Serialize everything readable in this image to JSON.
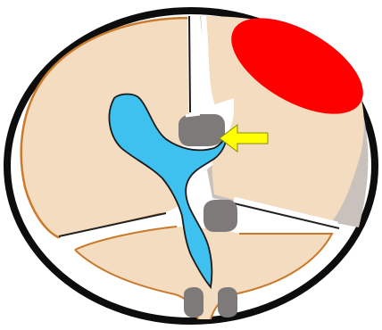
{
  "diagram": {
    "colors": {
      "background": "#ffffff",
      "outer_ring": "#0d0d0d",
      "tissue_fill": "#f3dcc0",
      "tissue_outline": "#c97a2c",
      "gray_region": "#c9c1bb",
      "fluid_cavity": "#3ec1ee",
      "nodule": "#7d7a79",
      "red_mass": "#ff0000",
      "arrow": "#ffff00"
    },
    "structures": [
      {
        "name": "outer-ring"
      },
      {
        "name": "left-lobe"
      },
      {
        "name": "right-gray-region"
      },
      {
        "name": "upper-right-tissue"
      },
      {
        "name": "lower-lobe"
      },
      {
        "name": "fluid-cavity"
      },
      {
        "name": "red-mass"
      },
      {
        "name": "upper-nodule"
      },
      {
        "name": "middle-nodule"
      },
      {
        "name": "bottom-nodule-left"
      },
      {
        "name": "bottom-nodule-right"
      },
      {
        "name": "pointer-arrow",
        "direction": "left"
      }
    ]
  }
}
